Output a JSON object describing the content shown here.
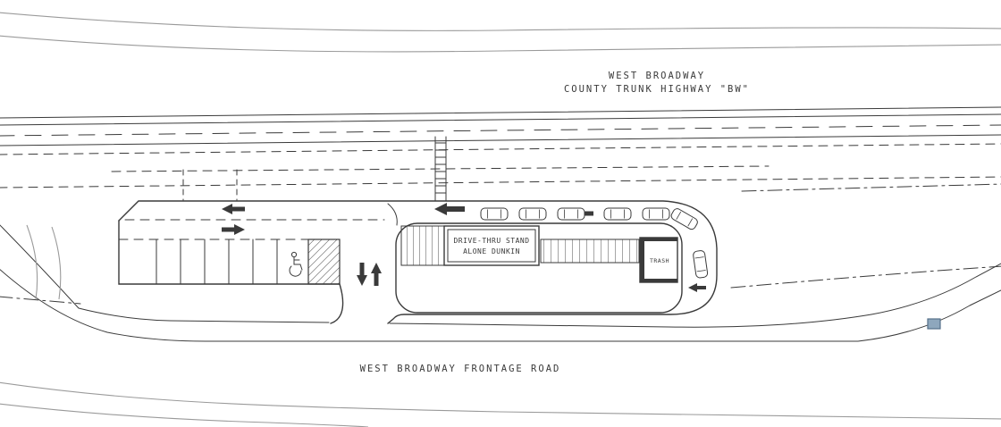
{
  "colors": {
    "line": "#3a3a3a",
    "light": "#9a9a9a",
    "marker": "#8ea7bd",
    "paper": "#ffffff"
  },
  "highway": {
    "name": "WEST BROADWAY",
    "route": "COUNTY TRUNK HIGHWAY \"BW\""
  },
  "building": {
    "label_line1": "DRIVE-THRU STAND",
    "label_line2": "ALONE DUNKIN"
  },
  "site": {
    "trash_label": "TRASH"
  },
  "frontage": {
    "label": "WEST BROADWAY FRONTAGE ROAD"
  }
}
